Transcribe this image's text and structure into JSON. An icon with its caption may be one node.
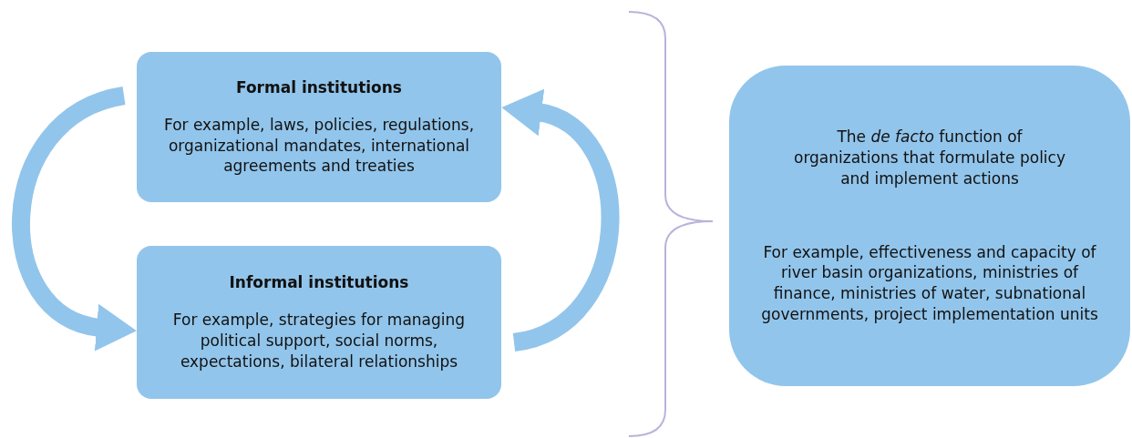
{
  "diagram": {
    "nodes": [
      {
        "text": [
          "Formal institutions",
          "For example, laws, policies, regulations, organizational mandates, international agreements and treaties"
        ]
      },
      {
        "text": [
          "Informal institutions",
          "For example, strategies for managing political support, social norms, expectations, bilateral relationships"
        ]
      },
      {
        "text": [
          "The *de facto* function of organizations that formulate policy and implement actions",
          "For example, effectiveness and capacity of river basin organizations, ministries of finance, ministries of water, subnational governments, project implementation units"
        ]
      }
    ],
    "edges": [
      {
        "from": 0,
        "to": 1,
        "arrow": "to"
      },
      {
        "from": 1,
        "to": 0,
        "arrow": "to"
      }
    ]
  }
}
